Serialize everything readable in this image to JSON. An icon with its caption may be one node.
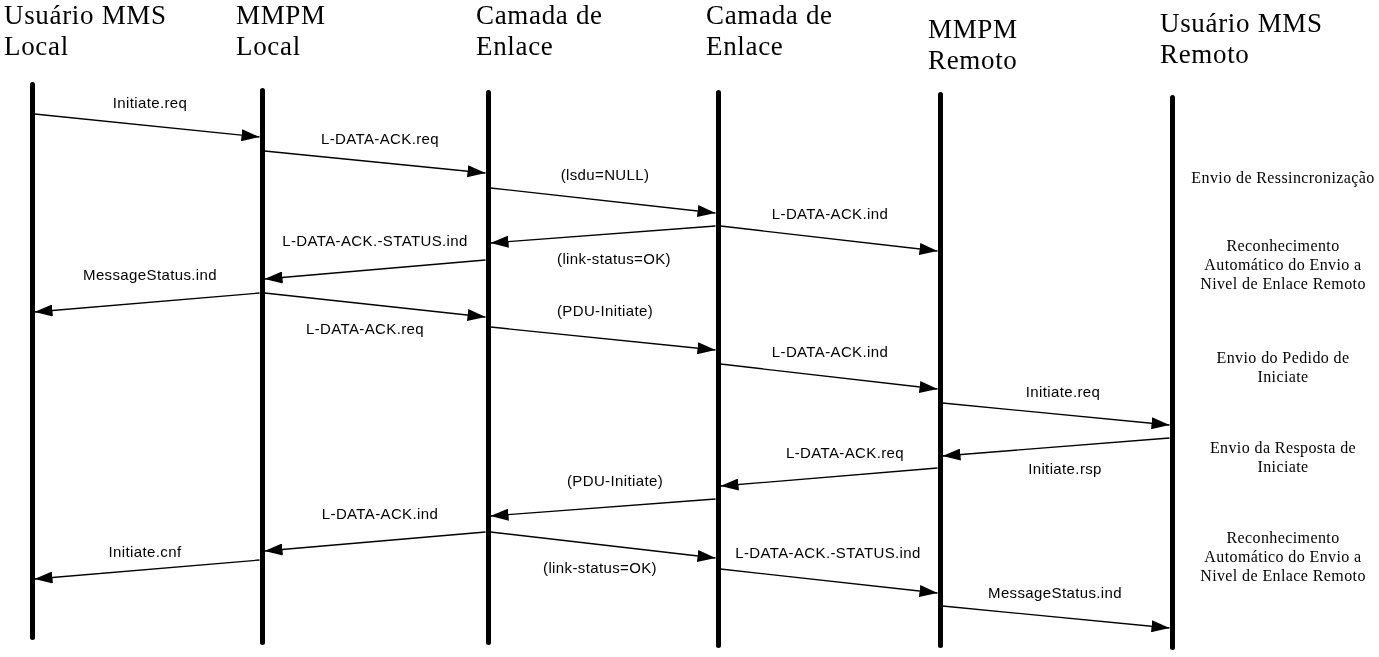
{
  "diagram": {
    "nodes": [
      {
        "text": [
          "Usuário MMS Local"
        ]
      },
      {
        "text": [
          "MMPM Local"
        ]
      },
      {
        "text": [
          "Camada de Enlace"
        ]
      },
      {
        "text": [
          "Camada de Enlace"
        ]
      },
      {
        "text": [
          "MMPM Remoto"
        ]
      },
      {
        "text": [
          "Usuário MMS Remoto"
        ]
      }
    ],
    "edges": [
      {
        "from": 0,
        "to": 1,
        "arrow": "to",
        "label": "Initiate.req"
      },
      {
        "from": 1,
        "to": 2,
        "arrow": "to",
        "label": "L-DATA-ACK.req"
      },
      {
        "from": 2,
        "to": 3,
        "arrow": "to",
        "label": "(lsdu=NULL)"
      },
      {
        "from": 3,
        "to": 4,
        "arrow": "to",
        "label": "L-DATA-ACK.ind"
      },
      {
        "from": 3,
        "to": 2,
        "arrow": "to",
        "label": "(link-status=OK)"
      },
      {
        "from": 2,
        "to": 1,
        "arrow": "to",
        "label": "L-DATA-ACK.-STATUS.ind"
      },
      {
        "from": 1,
        "to": 0,
        "arrow": "to",
        "label": "MessageStatus.ind"
      },
      {
        "from": 1,
        "to": 2,
        "arrow": "to",
        "label": "L-DATA-ACK.req"
      },
      {
        "from": 2,
        "to": 3,
        "arrow": "to",
        "label": "(PDU-Initiate)"
      },
      {
        "from": 3,
        "to": 4,
        "arrow": "to",
        "label": "L-DATA-ACK.ind"
      },
      {
        "from": 4,
        "to": 5,
        "arrow": "to",
        "label": "Initiate.req"
      },
      {
        "from": 5,
        "to": 4,
        "arrow": "to",
        "label": "Initiate.rsp"
      },
      {
        "from": 4,
        "to": 3,
        "arrow": "to",
        "label": "L-DATA-ACK.req"
      },
      {
        "from": 3,
        "to": 2,
        "arrow": "to",
        "label": "(PDU-Initiate)"
      },
      {
        "from": 2,
        "to": 1,
        "arrow": "to",
        "label": "L-DATA-ACK.ind"
      },
      {
        "from": 1,
        "to": 0,
        "arrow": "to",
        "label": "Initiate.cnf"
      },
      {
        "from": 2,
        "to": 3,
        "arrow": "to",
        "label": "(link-status=OK)"
      },
      {
        "from": 3,
        "to": 4,
        "arrow": "to",
        "label": "L-DATA-ACK.-STATUS.ind"
      },
      {
        "from": 4,
        "to": 5,
        "arrow": "to",
        "label": "MessageStatus.ind"
      }
    ],
    "labels": [
      "Envio de Ressincronização",
      "Reconhecimento Automático do Envio a Nivel de Enlace Remoto",
      "Envio do Pedido de Iniciate",
      "Envio da Resposta de Iniciate",
      "Reconhecimento Automático do Envio a Nivel de Enlace Remoto"
    ]
  }
}
